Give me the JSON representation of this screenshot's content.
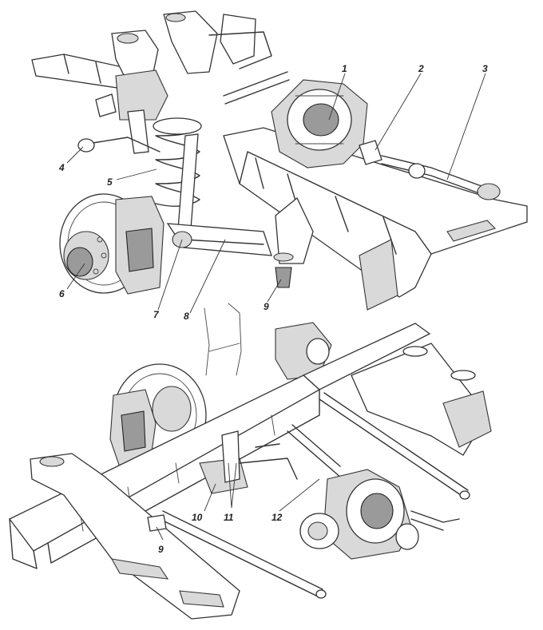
{
  "callouts": {
    "c1": "1",
    "c2": "2",
    "c3": "3",
    "c4": "4",
    "c5": "5",
    "c6": "6",
    "c7": "7",
    "c8": "8",
    "c9_top": "9",
    "c9_bottom": "9",
    "c10": "10",
    "c11": "11",
    "c12": "12"
  }
}
